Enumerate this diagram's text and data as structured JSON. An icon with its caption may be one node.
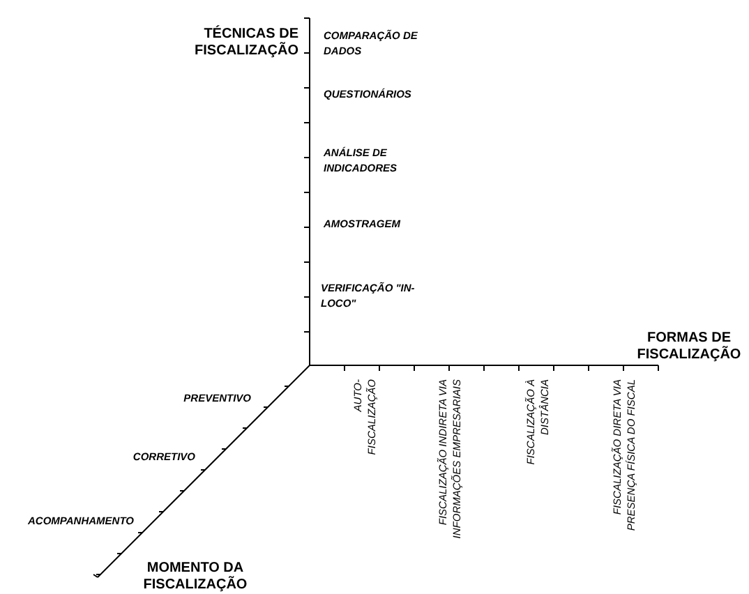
{
  "diagram": {
    "labels": [
      "TÉCNICAS DE FISCALIZAÇÃO",
      "COMPARAÇÃO DE DADOS",
      "QUESTIONÁRIOS",
      "ANÁLISE DE INDICADORES",
      "AMOSTRAGEM",
      "VERIFICAÇÃO \"IN-LOCO\"",
      "FORMAS DE FISCALIZAÇÃO",
      "PREVENTIVO",
      "AUTO-FISCALIZAÇÃO",
      "CORRETIVO",
      "FISCALIZAÇÃO INDIRETA VIA INFORMAÇÕES EMPRESARIAIS",
      "FISCALIZAÇÃO À DISTÂNCIA",
      "FISCALIZAÇÃO DIRETA VIA PRESENÇA FÍSICA DO FISCAL",
      "ACOMPANHAMENTO",
      "MOMENTO DA FISCALIZAÇÃO"
    ]
  }
}
